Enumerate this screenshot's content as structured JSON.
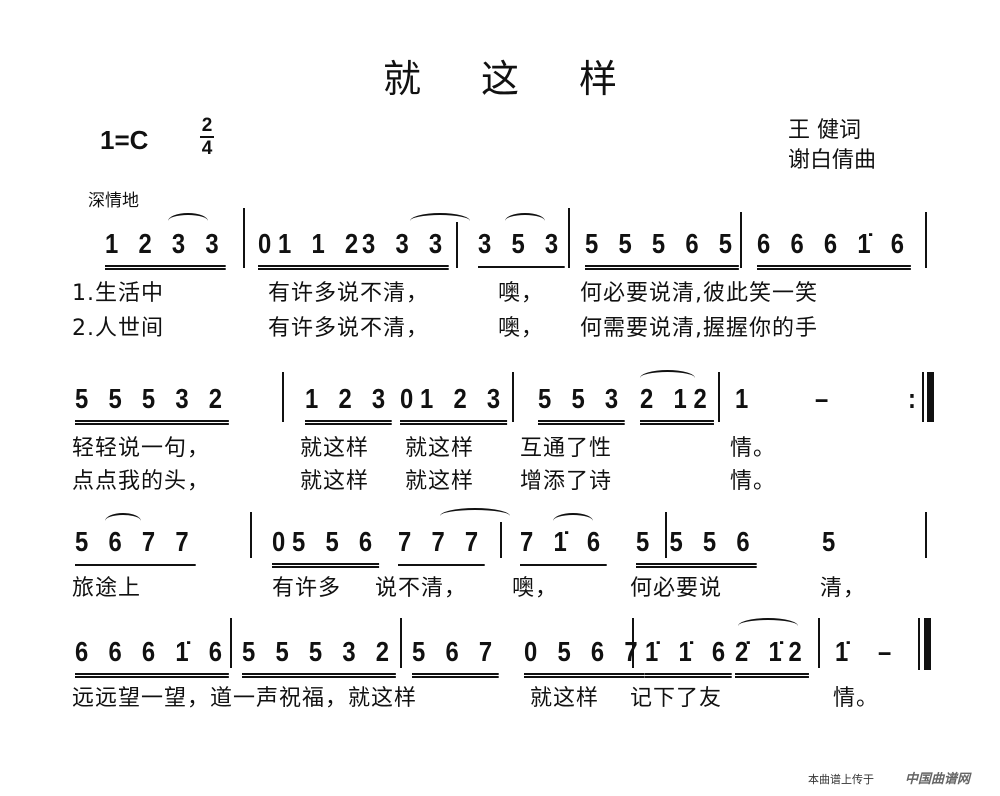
{
  "title": "就这样",
  "key": "1=C",
  "time": {
    "top": "2",
    "bottom": "4"
  },
  "lyricist": "王  健词",
  "composer": "谢白倩曲",
  "tempo": "深情地",
  "rows": [
    {
      "notes": [
        "1 2 3 3",
        "01 1 2",
        "3 3 3",
        "3 5 3",
        "5 5 5 6 5",
        "6 6 6 1̇ 6"
      ],
      "lyrics1": [
        "1.生活中",
        "有许多说不清，",
        "噢，",
        "何必要说清,彼此笑一笑"
      ],
      "lyrics2": [
        "2.人世间",
        "有许多说不清，",
        "噢，",
        "何需要说清,握握你的手"
      ]
    },
    {
      "notes": [
        "5 5 5 3 2",
        "1 2 3",
        "01 2 3",
        "5 5 3",
        "2 12",
        "1",
        "–",
        ":"
      ],
      "lyrics1": [
        "轻轻说一句，",
        "就这样",
        "就这样",
        "互通了性",
        "情。"
      ],
      "lyrics2": [
        "点点我的头，",
        "就这样",
        "就这样",
        "增添了诗",
        "情。"
      ]
    },
    {
      "notes": [
        "5 6 7 7",
        "05 5 6",
        "7 7 7",
        "7 1̇ 6",
        "5 5 5 6",
        "5"
      ],
      "lyrics1": [
        "旅途上",
        "有许多",
        "说不清，",
        "噢，",
        "何必要说",
        "清，"
      ]
    },
    {
      "notes": [
        "6 6 6 1̇ 6",
        "5 5 5 3 2",
        "5 6 7",
        "0 5 6 7",
        "1̇ 1̇ 6",
        "2̇ 1̇2",
        "1̇",
        "–"
      ],
      "lyrics1": [
        "远远望一望，道一声祝福，就这样",
        "就这样",
        "记下了友",
        "情。"
      ]
    }
  ],
  "footer": {
    "text": "本曲谱上传于",
    "site": "中国曲谱网"
  }
}
